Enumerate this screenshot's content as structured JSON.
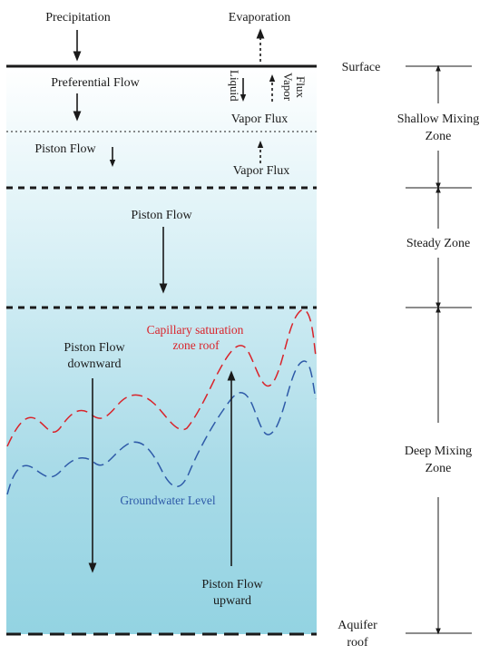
{
  "labels": {
    "precipitation": "Precipitation",
    "evaporation": "Evaporation",
    "surface": "Surface",
    "preferential_flow": "Preferential Flow",
    "liquid": "Liquid",
    "vapor": "Vapor",
    "flux": "Flux",
    "vapor_flux_1": "Vapor Flux",
    "piston_flow_1": "Piston Flow",
    "vapor_flux_2": "Vapor Flux",
    "piston_flow_2": "Piston Flow",
    "piston_flow_downward_l1": "Piston Flow",
    "piston_flow_downward_l2": "downward",
    "capillary_l1": "Capillary saturation",
    "capillary_l2": "zone roof",
    "groundwater_level": "Groundwater Level",
    "piston_flow_upward_l1": "Piston Flow",
    "piston_flow_upward_l2": "upward",
    "aquifer_l1": "Aquifer",
    "aquifer_l2": "roof"
  },
  "zones": {
    "shallow_l1": "Shallow Mixing",
    "shallow_l2": "Zone",
    "steady": "Steady Zone",
    "deep_l1": "Deep Mixing",
    "deep_l2": "Zone"
  },
  "colors": {
    "capillary_line": "#d9232a",
    "groundwater_line": "#2e5aa8",
    "gradient_top": "#ffffff",
    "gradient_bottom": "#93d3e2"
  }
}
